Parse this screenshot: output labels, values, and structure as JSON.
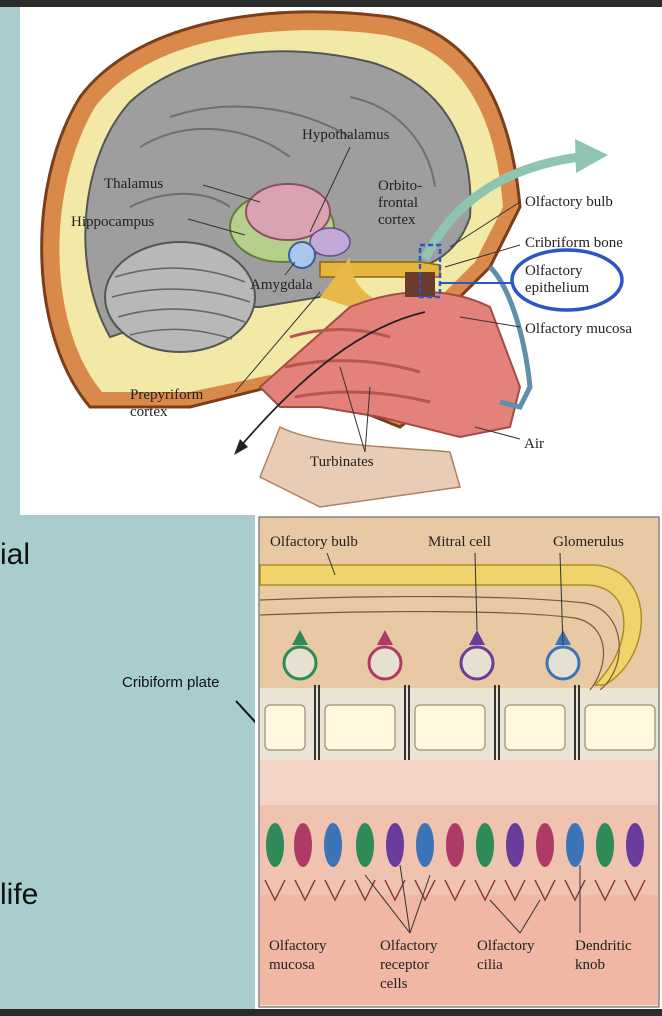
{
  "slide": {
    "left_text_1": "ial",
    "left_text_2": "life",
    "plate_caption": "Cribiform plate"
  },
  "head_diagram": {
    "labels": {
      "hypothalamus": "Hypothalamus",
      "thalamus": "Thalamus",
      "orbito1": "Orbito-",
      "orbito2": "frontal",
      "orbito3": "cortex",
      "hippocampus": "Hippocampus",
      "olfactory_bulb": "Olfactory bulb",
      "cribriform_bone": "Cribriform bone",
      "epithelium1": "Olfactory",
      "epithelium2": "epithelium",
      "amygdala": "Amygdala",
      "mucosa": "Olfactory mucosa",
      "prepyriform1": "Prepyriform",
      "prepyriform2": "cortex",
      "air": "Air",
      "turbinates": "Turbinates"
    },
    "highlight_color": "#2a56c6"
  },
  "detail_diagram": {
    "top_labels": {
      "bulb": "Olfactory bulb",
      "mitral": "Mitral cell",
      "glomerulus": "Glomerulus"
    },
    "bottom_labels": {
      "mucosa1": "Olfactory",
      "mucosa2": "mucosa",
      "receptor1": "Olfactory",
      "receptor2": "receptor",
      "receptor3": "cells",
      "cilia1": "Olfactory",
      "cilia2": "cilia",
      "knob1": "Dendritic",
      "knob2": "knob"
    },
    "mitral_colors": [
      "#2f8a5a",
      "#b03a66",
      "#6a3d9c",
      "#3d74b8"
    ]
  }
}
